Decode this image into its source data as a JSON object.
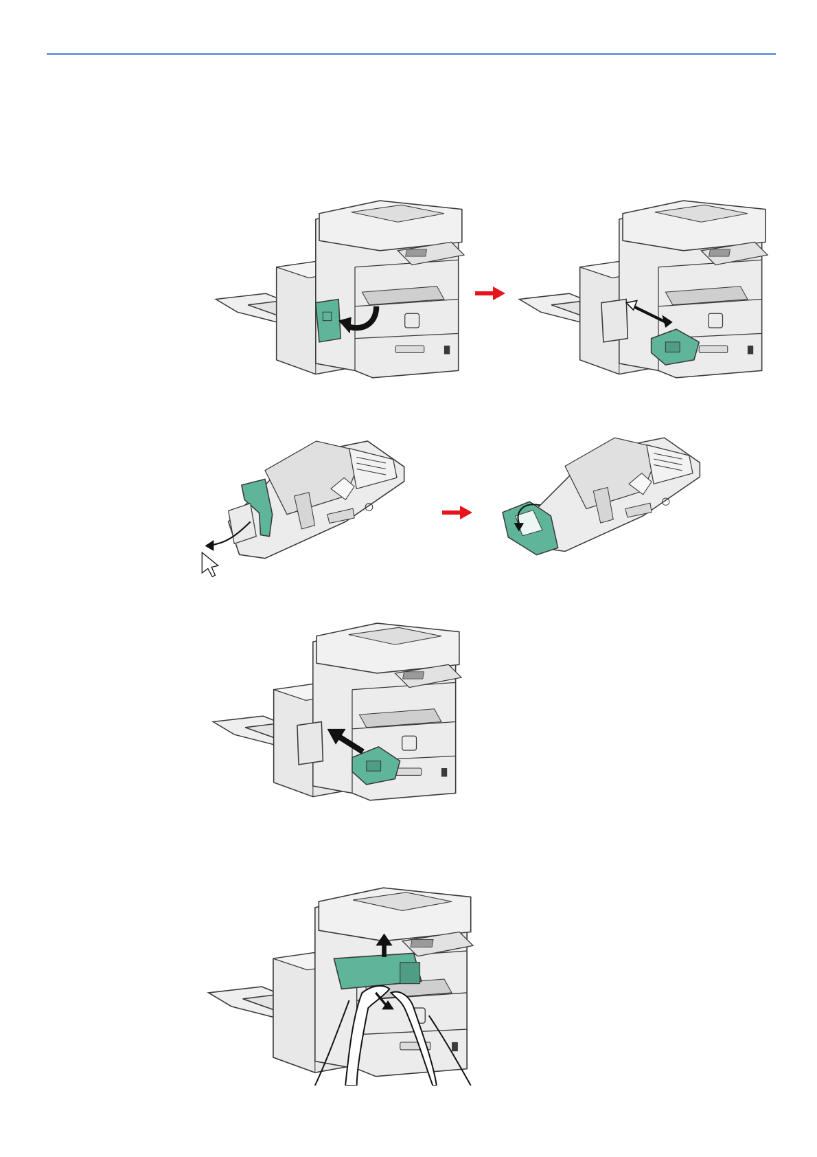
{
  "page": {
    "header_rule_color": "#6f9bea"
  },
  "colors": {
    "machine_fill": "#e8e8e8",
    "machine_shade": "#cfcfcf",
    "outline": "#3a3a3a",
    "part_green": "#5fb59a",
    "step_arrow_red": "#e8141c",
    "action_arrow": "#111111"
  },
  "illustrations": [
    {
      "id": "fig-1",
      "icon": "printer-finisher-icon",
      "action": "open-cover"
    },
    {
      "id": "fig-2",
      "icon": "printer-finisher-icon",
      "action": "pull-out-stapler-holder"
    },
    {
      "id": "fig-3",
      "icon": "staple-cartridge-icon",
      "action": "release-lever"
    },
    {
      "id": "fig-4",
      "icon": "staple-cartridge-icon",
      "action": "remove-case"
    },
    {
      "id": "fig-5",
      "icon": "printer-finisher-icon",
      "action": "insert-stapler-holder"
    },
    {
      "id": "fig-6",
      "icon": "printer-finisher-icon",
      "action": "lift-and-remove-unit"
    }
  ]
}
